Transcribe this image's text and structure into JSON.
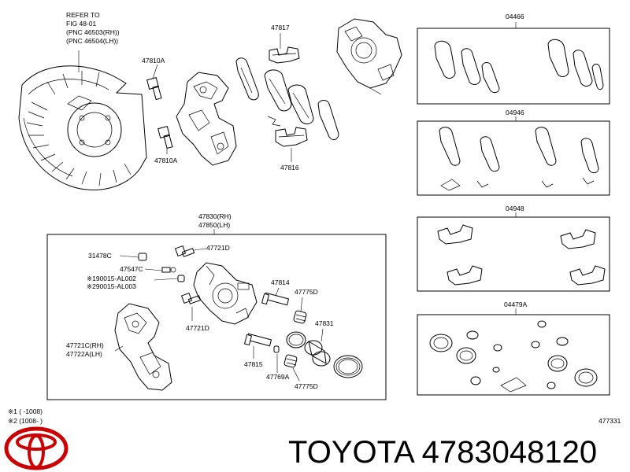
{
  "refer": {
    "line1": "REFER TO",
    "line2": "FIG 48-01",
    "line3": "(PNC 46503(RH))",
    "line4": "(PNC 46504(LH))"
  },
  "labels": {
    "p47817": "47817",
    "p47810a_top": "47810A",
    "p47810a_bottom": "47810A",
    "p47816": "47816",
    "p47830_rh": "47830(RH)",
    "p47850_lh": "47850(LH)",
    "p31478c": "31478C",
    "p47721d_top": "47721D",
    "p47547c": "47547C",
    "p190015": "※190015-AL002",
    "p290015": "※290015-AL003",
    "p47814": "47814",
    "p47775d_top": "47775D",
    "p47721d_bottom": "47721D",
    "p47831": "47831",
    "p47721c_rh": "47721C(RH)",
    "p47722a_lh": "47722A(LH)",
    "p47815": "47815",
    "p47769a": "47769A",
    "p47775d_bottom": "47775D"
  },
  "kits": {
    "k04466": "04466",
    "k04946": "04946",
    "k04948": "04948",
    "k04479a": "04479A"
  },
  "footnotes": {
    "n1": "※1 (      -1008)",
    "n2": "※2 (1008-      )"
  },
  "figure_number": "477331",
  "brand": {
    "text": "TOYOTA 4783048120",
    "logo_name": "toyota-logo-icon",
    "logo_color": "#cc0000"
  }
}
